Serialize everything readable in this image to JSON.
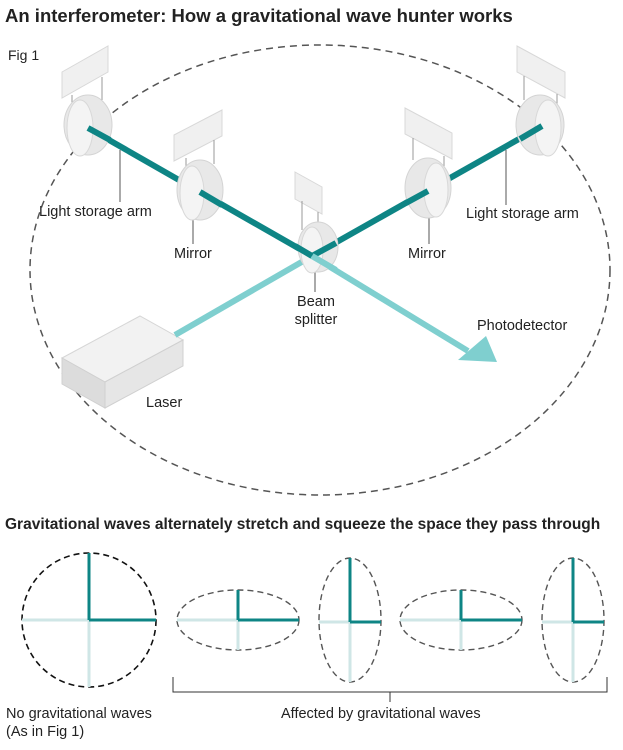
{
  "title": "An interferometer: How a gravitational wave hunter works",
  "figure_label": "Fig 1",
  "labels": {
    "light_storage_arm_left": "Light storage arm",
    "light_storage_arm_right": "Light storage arm",
    "mirror_left": "Mirror",
    "mirror_right": "Mirror",
    "beam_splitter_line1": "Beam",
    "beam_splitter_line2": "splitter",
    "photodetector": "Photodetector",
    "laser": "Laser"
  },
  "subtitle": "Gravitational waves alternately stretch and squeeze the space they pass through",
  "bottom": {
    "no_waves_line1": "No gravitational waves",
    "no_waves_line2": "(As in Fig 1)",
    "affected": "Affected by gravitational waves"
  },
  "colors": {
    "arm_beam": "#0e8585",
    "laser_beam": "#7fcfcf",
    "cross_light": "#cfe6e6",
    "device": "#e8e8e8",
    "device_edge": "#cccccc",
    "text": "#222222"
  }
}
